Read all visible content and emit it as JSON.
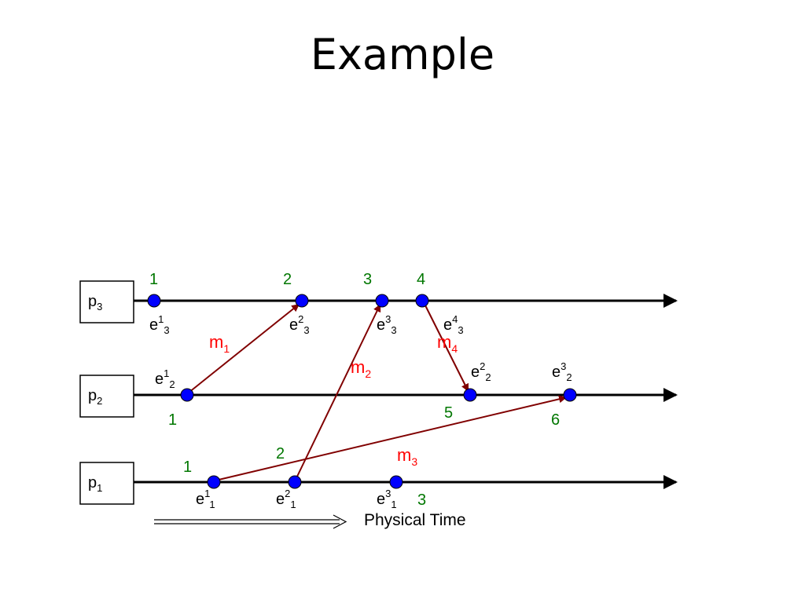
{
  "title": "Example",
  "colors": {
    "timeline": "#000000",
    "event_fill": "#0000ff",
    "message": "#800000",
    "message_label": "#ff0000",
    "clock_value": "#007700"
  },
  "processes": [
    {
      "label": "p",
      "sub": "3"
    },
    {
      "label": "p",
      "sub": "2"
    },
    {
      "label": "p",
      "sub": "1"
    }
  ],
  "events": [
    {
      "base": "e",
      "sup": "1",
      "sub": "3",
      "clock": "1"
    },
    {
      "base": "e",
      "sup": "2",
      "sub": "3",
      "clock": "2"
    },
    {
      "base": "e",
      "sup": "3",
      "sub": "3",
      "clock": "3"
    },
    {
      "base": "e",
      "sup": "4",
      "sub": "3",
      "clock": "4"
    },
    {
      "base": "e",
      "sup": "1",
      "sub": "2",
      "clock": "1"
    },
    {
      "base": "e",
      "sup": "2",
      "sub": "2",
      "clock": "5"
    },
    {
      "base": "e",
      "sup": "3",
      "sub": "2",
      "clock": "6"
    },
    {
      "base": "e",
      "sup": "1",
      "sub": "1",
      "clock": "1"
    },
    {
      "base": "e",
      "sup": "2",
      "sub": "1",
      "clock": "2"
    },
    {
      "base": "e",
      "sup": "3",
      "sub": "1",
      "clock": "3"
    }
  ],
  "messages": [
    {
      "base": "m",
      "sub": "1"
    },
    {
      "base": "m",
      "sub": "2"
    },
    {
      "base": "m",
      "sub": "3"
    },
    {
      "base": "m",
      "sub": "4"
    }
  ],
  "physical_time_label": "Physical Time"
}
